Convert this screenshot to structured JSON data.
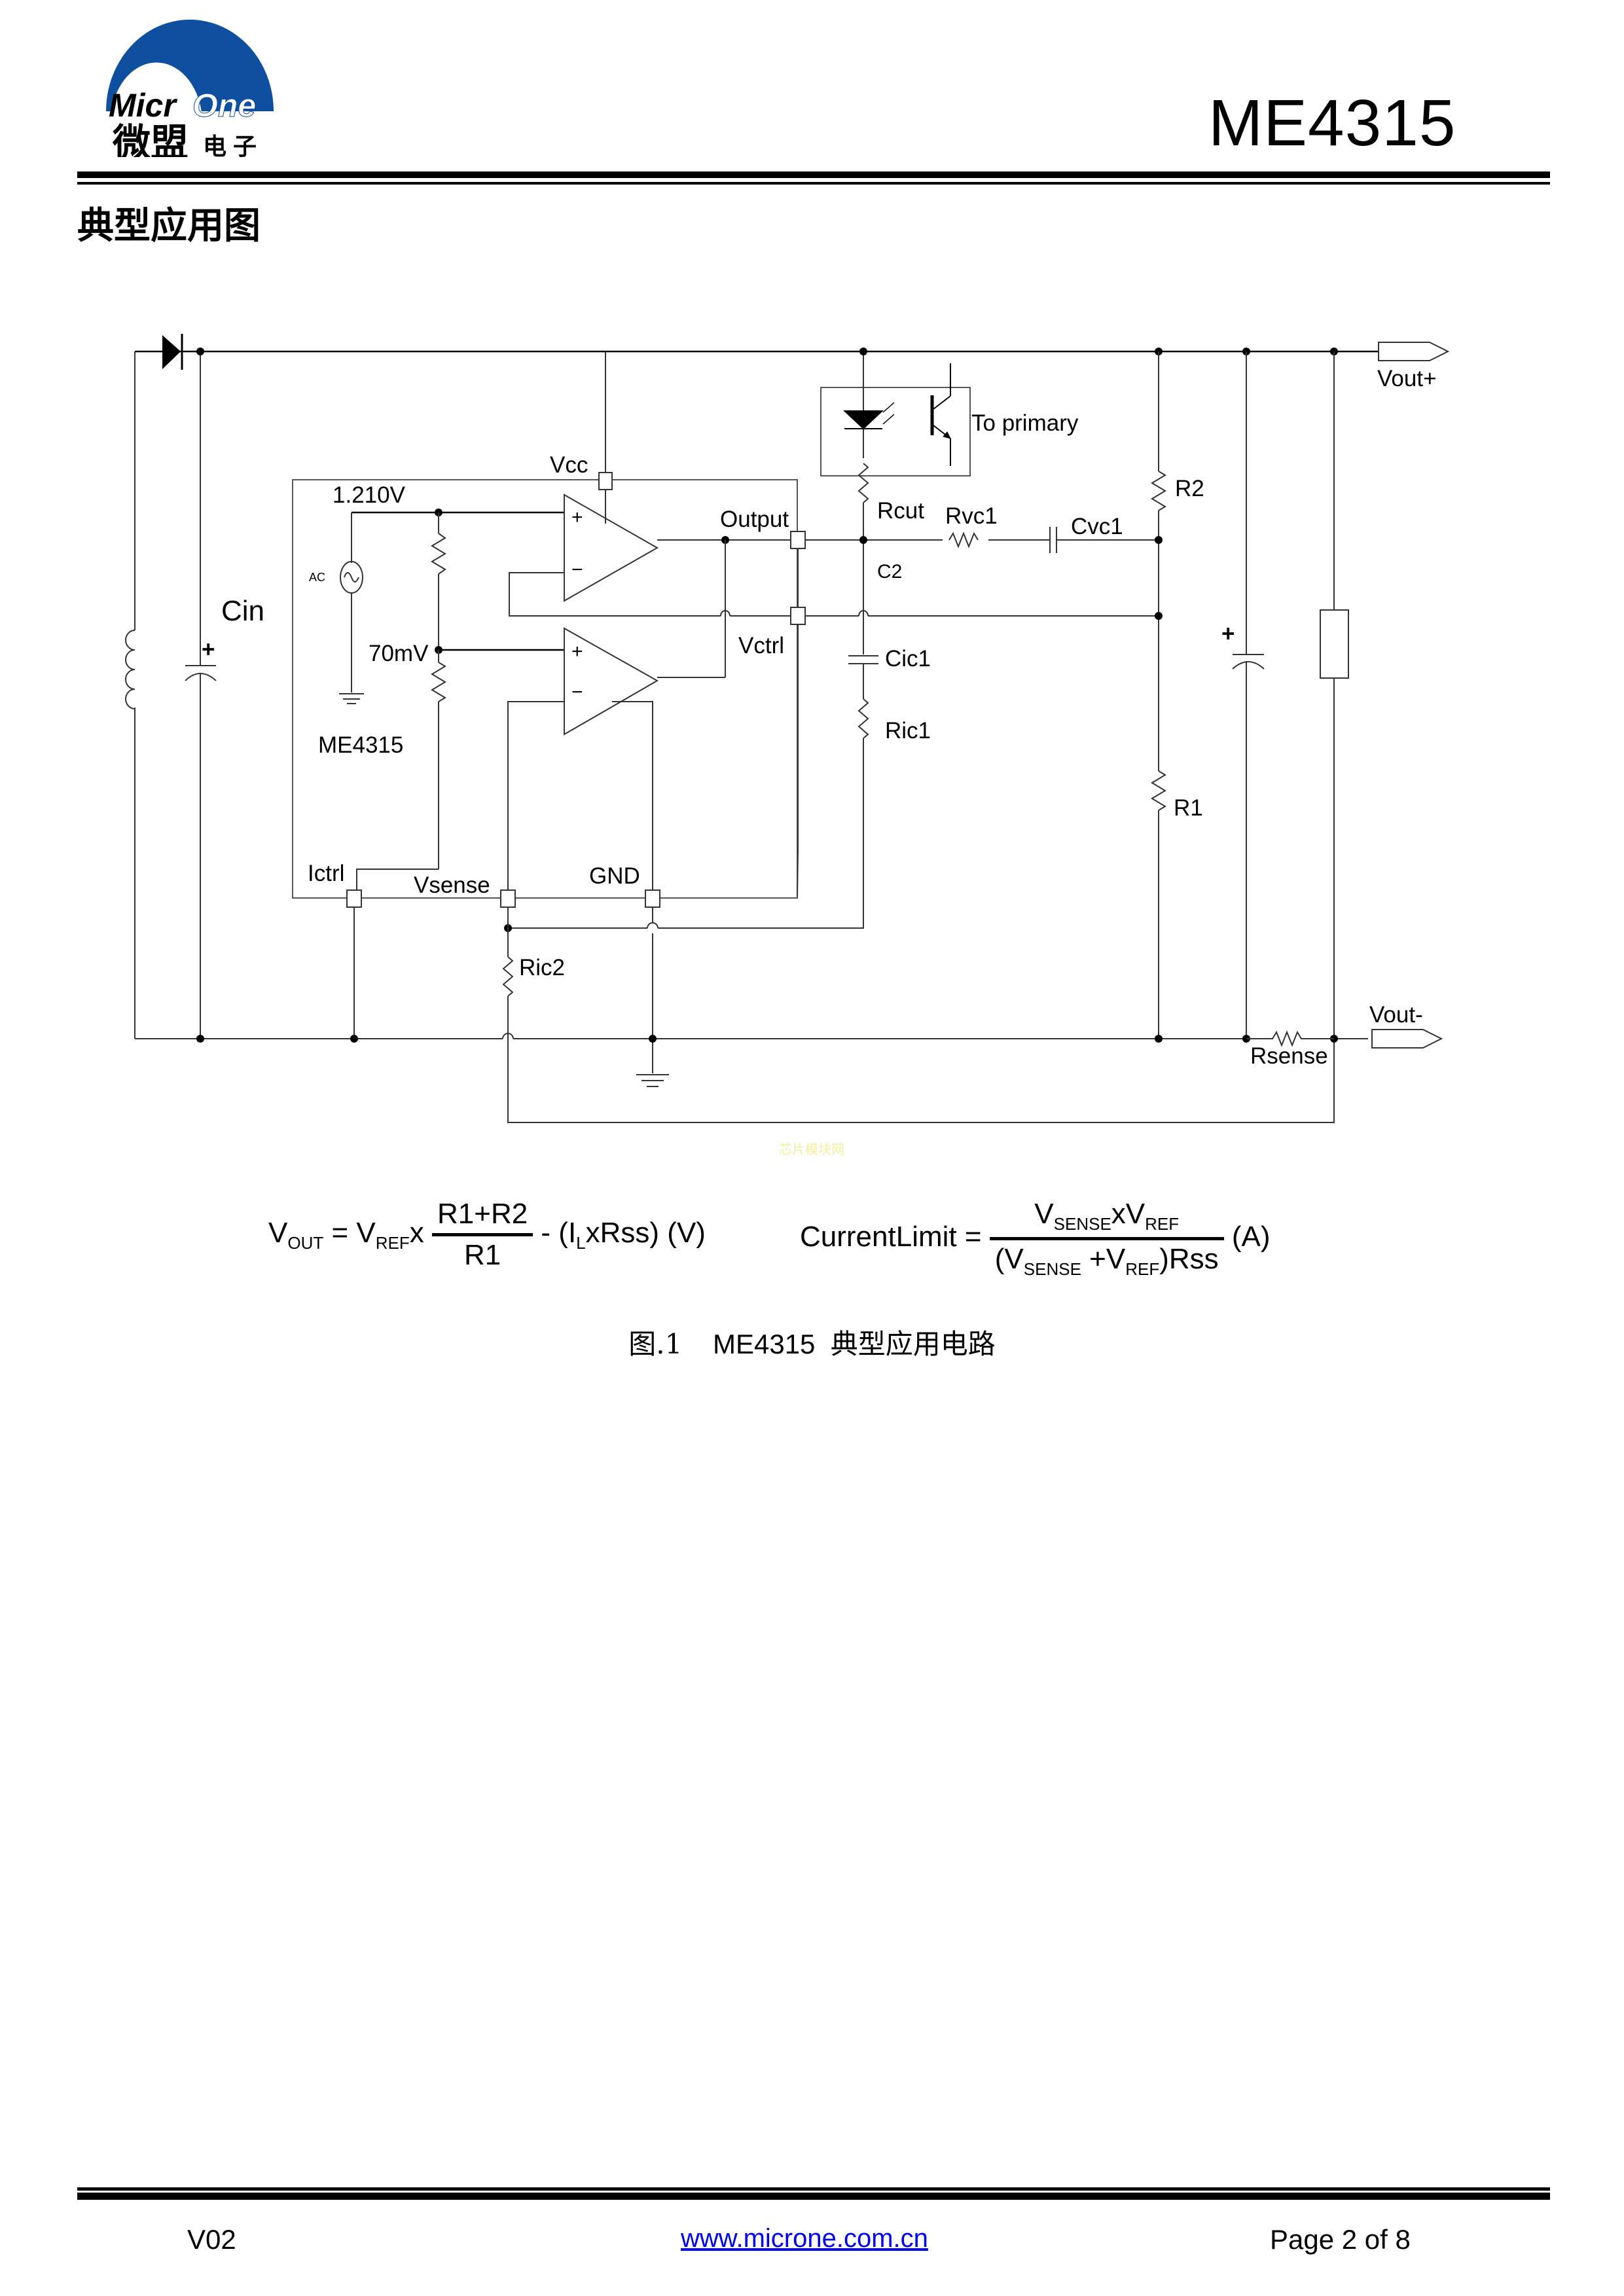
{
  "header": {
    "logo": {
      "brand_latin_1": "Micr",
      "brand_latin_2": "One",
      "brand_cn_main": "微盟",
      "brand_cn_sub": "电 子",
      "brand_color": "#0f4fa0"
    },
    "title": "ME4315"
  },
  "section": {
    "heading": "典型应用图"
  },
  "schematic": {
    "labels": {
      "vcc": "Vcc",
      "ref_voltage": "1.210V",
      "ac_source": "AC",
      "sense_voltage": "70mV",
      "output": "Output",
      "vctrl": "Vctrl",
      "ic_name": "ME4315",
      "ictrl": "Ictrl",
      "vsense": "Vsense",
      "gnd": "GND",
      "cin": "Cin",
      "to_primary": "To primary",
      "rcut": "Rcut",
      "rvc1": "Rvc1",
      "cvc1": "Cvc1",
      "c2": "C2",
      "cic1": "Cic1",
      "ric1": "Ric1",
      "ric2": "Ric2",
      "r1": "R1",
      "r2": "R2",
      "rsense": "Rsense",
      "vout_pos": "Vout+",
      "vout_neg": "Vout-",
      "plus_sign": "+",
      "opamp_plus": "+",
      "opamp_minus": "−"
    },
    "watermark": "芯片模块网"
  },
  "formulas": {
    "vout": {
      "lhs": "V",
      "lhs_sub": "OUT",
      "eq": " = ",
      "vref": "V",
      "vref_sub": "REF",
      "times": "x",
      "numerator": "R1+R2",
      "denominator": "R1",
      "tail_prefix": " - (I",
      "tail_sub": "L",
      "tail_suffix": "xRss) (V)"
    },
    "current_limit": {
      "lhs": "CurrentLimit",
      "eq": " = ",
      "num_v1": "V",
      "num_v1_sub": "SENSE",
      "num_x": "x",
      "num_v2": "V",
      "num_v2_sub": "REF",
      "den_open": "(V",
      "den_v1_sub": "SENSE",
      "den_plus": " +V",
      "den_v2_sub": "REF",
      "den_close": ")Rss",
      "unit": " (A)"
    }
  },
  "caption": {
    "figure": "图.1",
    "part": "ME4315",
    "text": "典型应用电路"
  },
  "footer": {
    "version": "V02",
    "url": "www.microne.com.cn",
    "page": "Page 2 of 8"
  }
}
